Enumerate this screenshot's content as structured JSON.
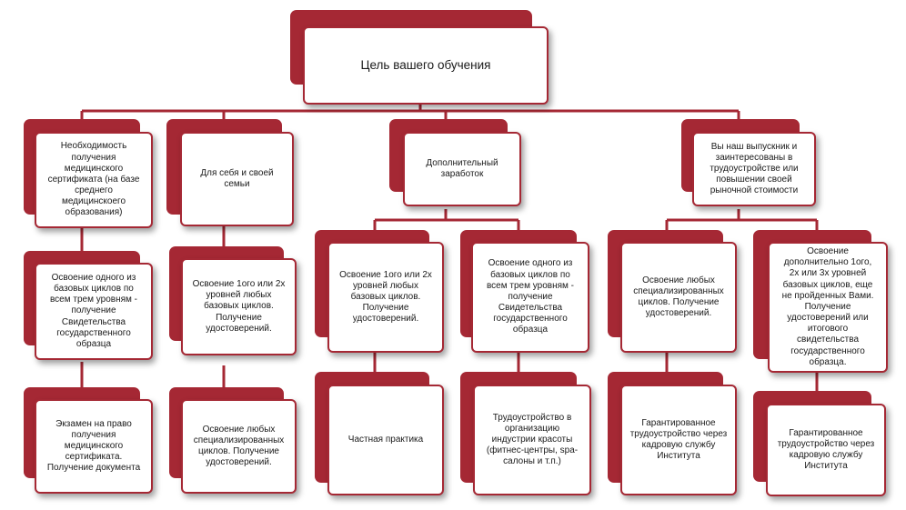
{
  "colors": {
    "accent": "#a52834",
    "box_fill": "#ffffff",
    "text": "#1a1a1a"
  },
  "diagram": {
    "root": "Цель вашего обучения",
    "branches": [
      {
        "label": "Необходимость\nполучения\nмедицинского\nсертификата (на базе\nсреднего\nмедицинскоего\nобразования)",
        "steps": [
          "Освоение  одного из\nбазовых циклов по\nвсем трем уровням  -\nполучение\nСвидетельства\nгосударственного\nобразца",
          "Экзамен на право\nполучения\nмедицинского\nсертификата.\nПолучение документа"
        ]
      },
      {
        "label": "Для себя и своей\nсемьи",
        "steps": [
          "Освоение 1ого или 2х\nуровней любых\nбазовых циклов.\nПолучение\nудостоверений.",
          "Освоение любых\nспециализированных\nциклов. Получение\nудостоверений."
        ]
      },
      {
        "label": "Дополнительный\nзаработок",
        "children": [
          {
            "steps": [
              "Освоение 1ого или 2х\nуровней любых\nбазовых циклов.\nПолучение\nудостоверений.",
              "Частная практика"
            ]
          },
          {
            "steps": [
              "Освоение  одного из\nбазовых циклов по\nвсем трем уровням  -\nполучение\nСвидетельства\nгосударственного\nобразца",
              "Трудоустройство в\nорганизацию\nиндустрии красоты\n(фитнес-центры, spa-\nсалоны и т.п.)"
            ]
          }
        ]
      },
      {
        "label": "Вы наш выпускник и\nзаинтересованы в\nтрудоустройстве или\nповышении своей\nрыночной стоимости",
        "children": [
          {
            "steps": [
              "Освоение любых\nспециализированных\nциклов. Получение\nудостоверений.",
              "Гарантированное\nтрудоустройство через\nкадровую службу\nИнститута"
            ]
          },
          {
            "steps": [
              "Освоение\nдополнительно 1ого,\n2х или 3х уровней\nбазовых циклов, еще\nне пройденных Вами.\nПолучение\nудостоверений или\nитогового\nсвидетельства\nгосударственного\nобразца.",
              "Гарантированное\nтрудоустройство через\nкадровую службу\nИнститута"
            ]
          }
        ]
      }
    ]
  }
}
